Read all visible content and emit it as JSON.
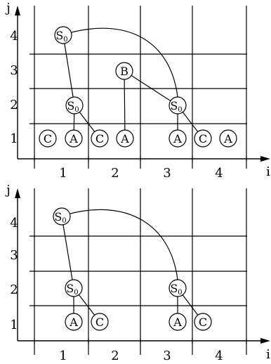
{
  "diagrams": [
    {
      "axis": {
        "x_label": "i",
        "y_label": "j",
        "x_ticks": [
          "1",
          "2",
          "3",
          "4"
        ],
        "y_ticks": [
          "1",
          "2",
          "3",
          "4"
        ]
      },
      "nodes": [
        {
          "id": "d0_s4",
          "label": "S",
          "subscript": "0",
          "col": 0,
          "row": 3
        },
        {
          "id": "d0_s2a",
          "label": "S",
          "subscript": "0",
          "col": 0,
          "row": 1
        },
        {
          "id": "d0_b3",
          "label": "B",
          "subscript": "",
          "col": 2,
          "row": 2
        },
        {
          "id": "d0_s2b",
          "label": "S",
          "subscript": "0",
          "col": 3,
          "row": 1
        },
        {
          "id": "d0_c1a",
          "label": "C",
          "subscript": "",
          "col": 0,
          "row": 0
        },
        {
          "id": "d0_a1a",
          "label": "A",
          "subscript": "",
          "col": 1,
          "row": 0
        },
        {
          "id": "d0_c1b",
          "label": "C",
          "subscript": "",
          "col": 2,
          "row": 0
        },
        {
          "id": "d0_a1b",
          "label": "A",
          "subscript": "",
          "col": 3,
          "row": 0
        },
        {
          "id": "d0_a1c",
          "label": "A",
          "subscript": "",
          "col": 4,
          "row": 0
        },
        {
          "id": "d0_c1c",
          "label": "C",
          "subscript": "",
          "col": 5,
          "row": 0
        },
        {
          "id": "d0_a1d",
          "label": "A",
          "subscript": "",
          "col": 6,
          "row": 0
        }
      ],
      "edges": [
        {
          "from": "d0_s4",
          "to": "d0_s2a",
          "type": "line"
        },
        {
          "from": "d0_s4",
          "to": "d0_s2b",
          "type": "arc"
        },
        {
          "from": "d0_s2a",
          "to": "d0_a1a",
          "type": "line"
        },
        {
          "from": "d0_s2a",
          "to": "d0_c1b",
          "type": "line"
        },
        {
          "from": "d0_b3",
          "to": "d0_a1b",
          "type": "line"
        },
        {
          "from": "d0_b3",
          "to": "d0_s2b",
          "type": "line"
        },
        {
          "from": "d0_s2b",
          "to": "d0_a1c",
          "type": "line"
        },
        {
          "from": "d0_s2b",
          "to": "d0_c1c",
          "type": "line"
        }
      ]
    },
    {
      "axis": {
        "x_label": "i",
        "y_label": "j",
        "x_ticks": [
          "1",
          "2",
          "3",
          "4"
        ],
        "y_ticks": [
          "1",
          "2",
          "3",
          "4"
        ]
      },
      "nodes": [
        {
          "id": "d1_s4",
          "label": "S",
          "subscript": "0",
          "col": 0,
          "row": 3
        },
        {
          "id": "d1_s2a",
          "label": "S",
          "subscript": "0",
          "col": 0,
          "row": 1
        },
        {
          "id": "d1_s2b",
          "label": "S",
          "subscript": "0",
          "col": 3,
          "row": 1
        },
        {
          "id": "d1_a1a",
          "label": "A",
          "subscript": "",
          "col": 1,
          "row": 0
        },
        {
          "id": "d1_c1a",
          "label": "C",
          "subscript": "",
          "col": 2,
          "row": 0
        },
        {
          "id": "d1_a1b",
          "label": "A",
          "subscript": "",
          "col": 4,
          "row": 0
        },
        {
          "id": "d1_c1b",
          "label": "C",
          "subscript": "",
          "col": 5,
          "row": 0
        }
      ],
      "edges": [
        {
          "from": "d1_s4",
          "to": "d1_s2a",
          "type": "line"
        },
        {
          "from": "d1_s4",
          "to": "d1_s2b",
          "type": "arc"
        },
        {
          "from": "d1_s2a",
          "to": "d1_a1a",
          "type": "line"
        },
        {
          "from": "d1_s2a",
          "to": "d1_c1a",
          "type": "line"
        },
        {
          "from": "d1_s2b",
          "to": "d1_a1b",
          "type": "line"
        },
        {
          "from": "d1_s2b",
          "to": "d1_c1b",
          "type": "line"
        }
      ]
    }
  ]
}
